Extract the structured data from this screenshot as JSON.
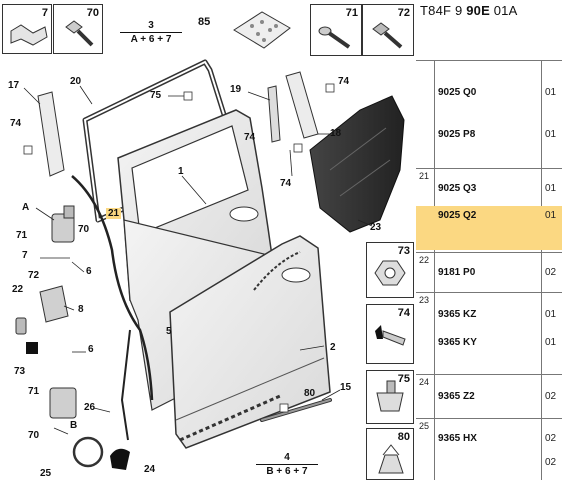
{
  "diagram": {
    "boxes": [
      {
        "num": "7"
      },
      {
        "num": "70"
      },
      {
        "num": "85"
      },
      {
        "num": "71"
      },
      {
        "num": "72"
      },
      {
        "num": "73"
      },
      {
        "num": "74"
      },
      {
        "num": "75"
      },
      {
        "num": "80"
      }
    ],
    "formulas": [
      {
        "ref": "3",
        "expr": "A + 6 + 7"
      },
      {
        "ref": "4",
        "expr": "B + 6 + 7"
      }
    ],
    "labels": {
      "l20": "20",
      "l17": "17",
      "l74a": "74",
      "l75": "75",
      "l19": "19",
      "l74b": "74",
      "l18": "18",
      "l74c": "74",
      "l74d": "74",
      "l1": "1",
      "l21": "21",
      "lA": "A",
      "l71a": "71",
      "l70a": "70",
      "l7": "7",
      "l6a": "6",
      "l72": "72",
      "l22": "22",
      "l8": "8",
      "l73": "73",
      "l6b": "6",
      "l71b": "71",
      "l26": "26",
      "lB": "B",
      "l70b": "70",
      "l25": "25",
      "l24": "24",
      "l2": "2",
      "l80": "80",
      "l15": "15",
      "l23": "23",
      "l5": "5"
    }
  },
  "parts": {
    "header_prefix": "T84F 9 ",
    "header_bold": "90E",
    "header_suffix": " 01A",
    "groups": [
      {
        "num": "",
        "rows": [
          {
            "pn": "9025 Q0",
            "qty": "01"
          },
          {
            "pn": "9025 P8",
            "qty": "01"
          }
        ],
        "highlight": false
      },
      {
        "num": "21",
        "rows": [
          {
            "pn": "9025 Q3",
            "qty": "01"
          },
          {
            "pn": "9025 Q2",
            "qty": "01"
          }
        ],
        "highlight": true
      },
      {
        "num": "22",
        "rows": [
          {
            "pn": "9181 P0",
            "qty": "02"
          }
        ],
        "highlight": false
      },
      {
        "num": "23",
        "rows": [
          {
            "pn": "9365 KZ",
            "qty": "01"
          },
          {
            "pn": "9365 KY",
            "qty": "01"
          }
        ],
        "highlight": false
      },
      {
        "num": "24",
        "rows": [
          {
            "pn": "9365 Z2",
            "qty": "02"
          }
        ],
        "highlight": false
      },
      {
        "num": "25",
        "rows": [
          {
            "pn": "9365 HX",
            "qty": "02"
          },
          {
            "pn": "",
            "qty": "02"
          }
        ],
        "highlight": false
      }
    ]
  }
}
